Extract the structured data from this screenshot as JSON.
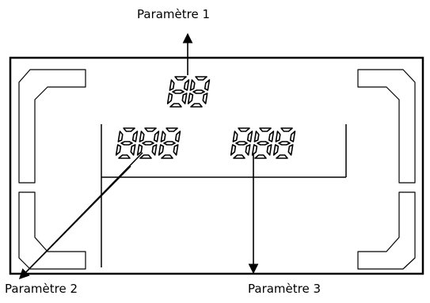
{
  "labels": {
    "parameter1": "Paramètre 1",
    "parameter2": "Paramètre 2",
    "parameter3": "Paramètre 3"
  },
  "display": {
    "parameter1_digits": "88",
    "parameter2_digits": "888",
    "parameter3_digits": "888"
  }
}
